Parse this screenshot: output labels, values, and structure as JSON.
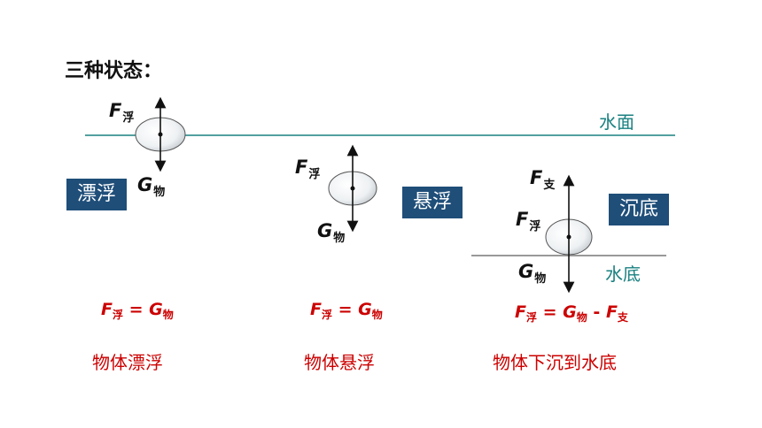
{
  "title": "三种状态：",
  "water_surface_label": "水面",
  "water_bottom_label": "水底",
  "states": [
    {
      "box_label": "漂浮",
      "force_up": {
        "sym": "F",
        "sub": "浮"
      },
      "force_down": {
        "sym": "G",
        "sub": "物"
      },
      "formula": {
        "lhs_sym": "F",
        "lhs_sub": "浮",
        "eq": "=",
        "rhs_sym": "G",
        "rhs_sub": "物"
      },
      "caption": "物体漂浮"
    },
    {
      "box_label": "悬浮",
      "force_up": {
        "sym": "F",
        "sub": "浮"
      },
      "force_down": {
        "sym": "G",
        "sub": "物"
      },
      "formula": {
        "lhs_sym": "F",
        "lhs_sub": "浮",
        "eq": "= ",
        "rhs_sym": "G",
        "rhs_sub": "物"
      },
      "caption": "物体悬浮"
    },
    {
      "box_label": "沉底",
      "force_support": {
        "sym": "F",
        "sub": "支"
      },
      "force_up": {
        "sym": "F",
        "sub": "浮"
      },
      "force_down": {
        "sym": "G",
        "sub": "物"
      },
      "formula": {
        "lhs_sym": "F",
        "lhs_sub": "浮",
        "eq": "=",
        "rhs_sym": "G",
        "rhs_sub": "物",
        "minus": "- ",
        "extra_sym": "F",
        "extra_sub": "支"
      },
      "caption": "物体下沉到水底"
    }
  ],
  "colors": {
    "state_box": "#1f4e79",
    "formula": "#cc0000",
    "water_surface": "#1a8080",
    "water_bottom": "#999999"
  }
}
